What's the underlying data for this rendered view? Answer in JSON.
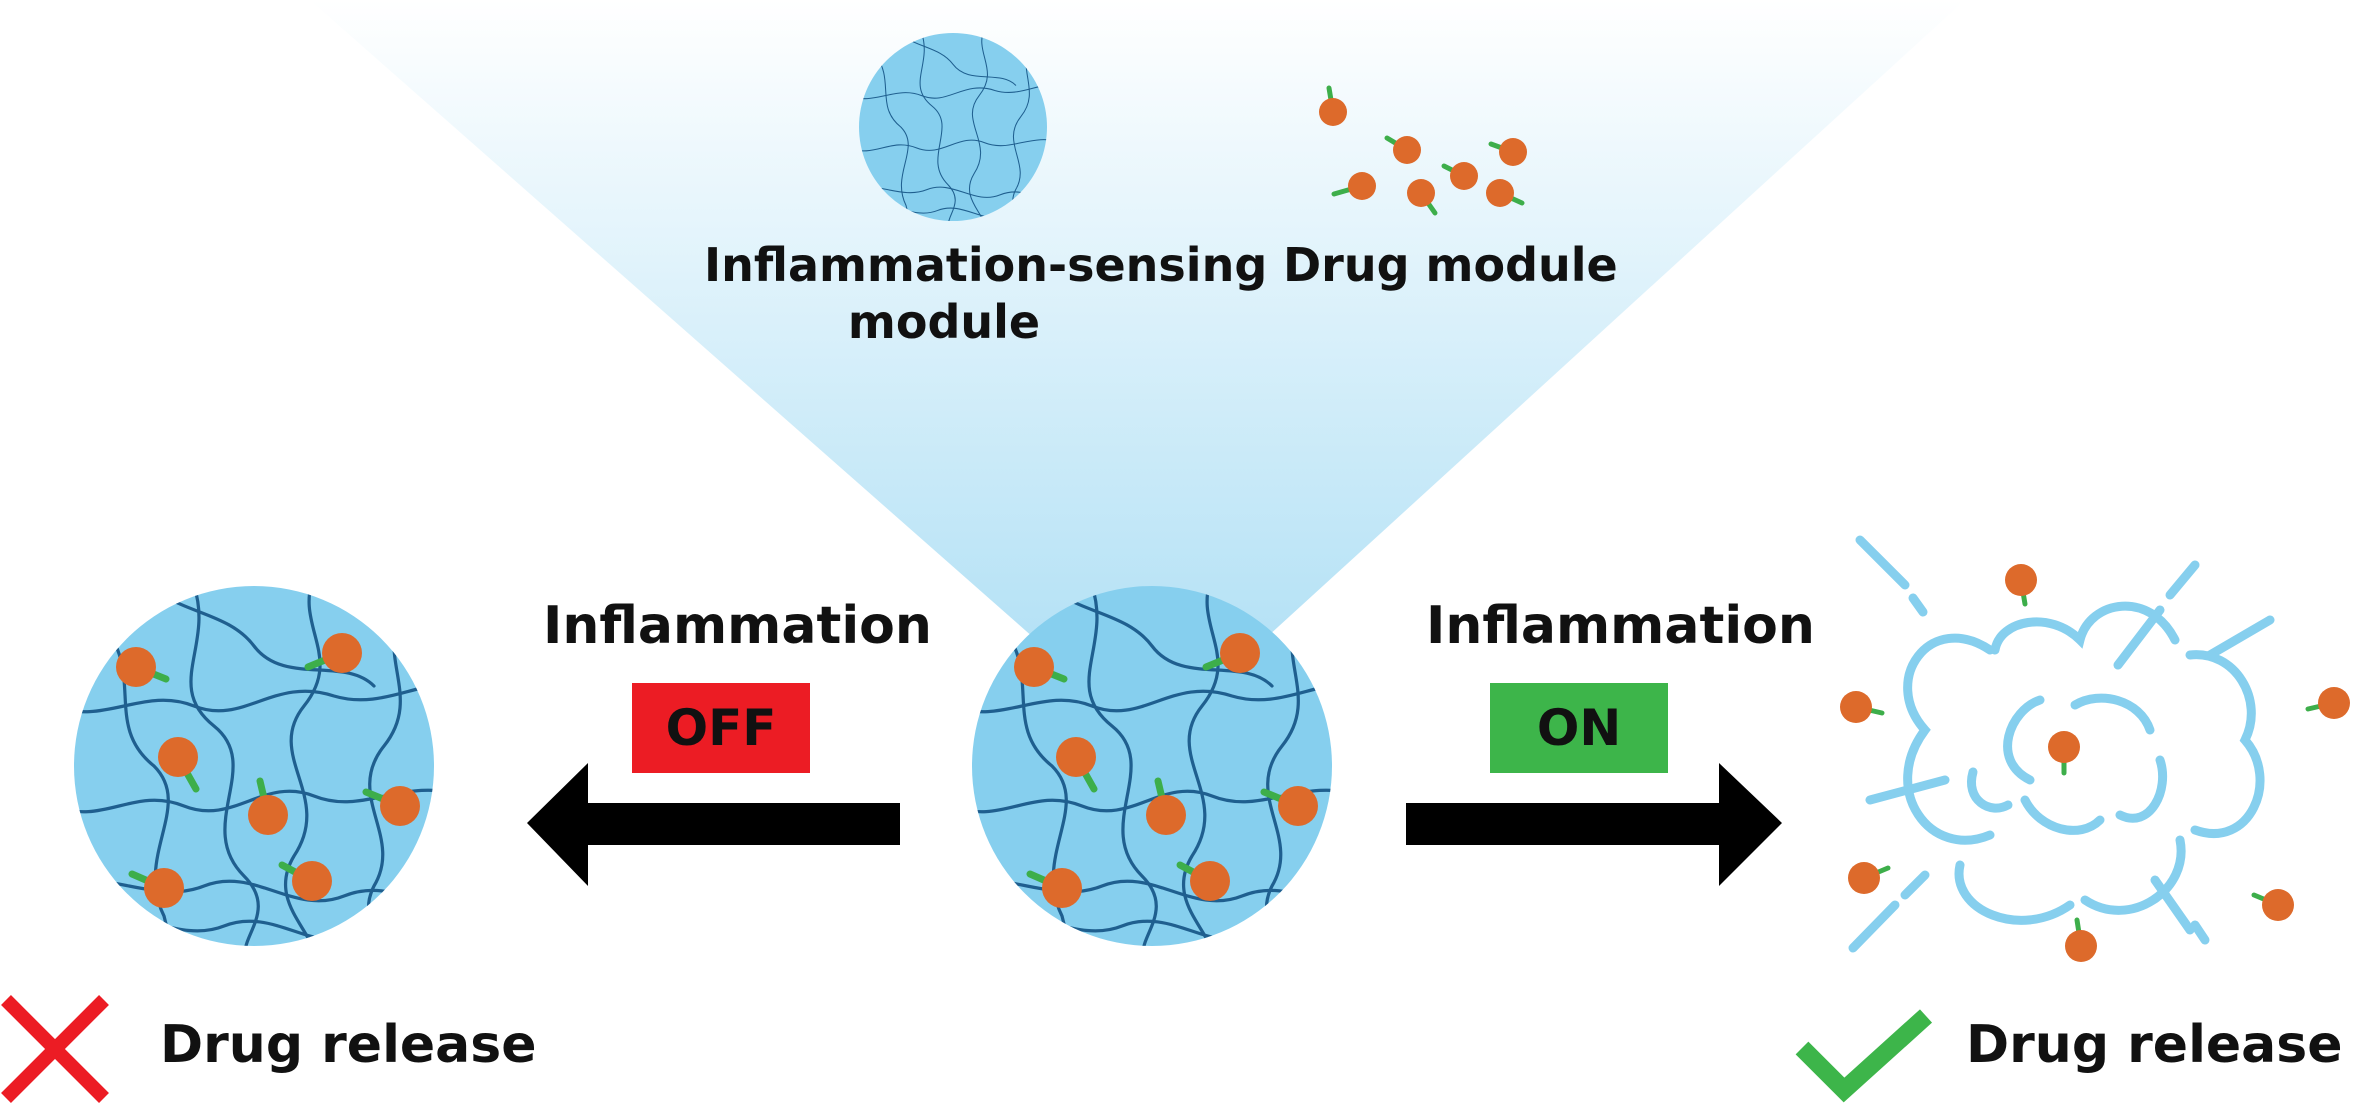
{
  "top": {
    "sensing_module_line1": "Inflammation-sensing",
    "sensing_module_line2": "module",
    "drug_module": "Drug module"
  },
  "left": {
    "title": "Inflammation",
    "state": "OFF",
    "result": "Drug release",
    "result_icon": "cross-icon"
  },
  "right": {
    "title": "Inflammation",
    "state": "ON",
    "result": "Drug release",
    "result_icon": "check-icon"
  },
  "colors": {
    "gel": "#86cfee",
    "strand": "#1f5f8f",
    "drug": "#dd6a2b",
    "linker": "#3dae4a",
    "off": "#ec1c24",
    "on": "#3db54a",
    "fragment": "#86cfee",
    "arrow": "#000000"
  }
}
